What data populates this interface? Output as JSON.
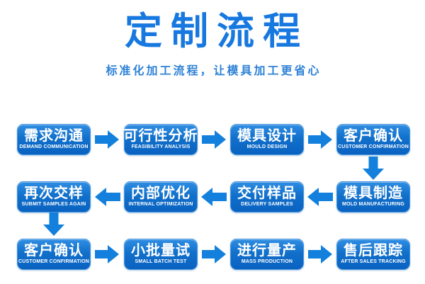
{
  "header": {
    "title": "定制流程",
    "subtitle": "标准化加工流程，让模具加工更省心"
  },
  "colors": {
    "background": "#ffffff",
    "title": "#1778e0",
    "subtitle": "#2e82d6",
    "arrow": "#1280dc",
    "box_top": "#2f8de2",
    "box_bottom": "#0a62c0",
    "box_border": "#4695df",
    "box_text": "#ffffff"
  },
  "flow": {
    "steps": [
      {
        "title": "需求沟通",
        "caption": "DEMAND COMMUNICATION"
      },
      {
        "title": "可行性分析",
        "caption": "FEASIBILITY ANALYSIS"
      },
      {
        "title": "模具设计",
        "caption": "MOULD DESIGN"
      },
      {
        "title": "客户确认",
        "caption": "CUSTOMER CONFIRMATION"
      },
      {
        "title": "模具制造",
        "caption": "MOLD MANUFACTURING"
      },
      {
        "title": "交付样品",
        "caption": "DELIVERY SAMPLES"
      },
      {
        "title": "内部优化",
        "caption": "INTERNAL OPTIMIZATION"
      },
      {
        "title": "再次交样",
        "caption": "SUBMIT SAMPLES AGAIN"
      },
      {
        "title": "客户确认",
        "caption": "CUSTOMER CONFIRMATION"
      },
      {
        "title": "小批量试",
        "caption": "SMALL BATCH TEST"
      },
      {
        "title": "进行量产",
        "caption": "MASS PRODUCTION"
      },
      {
        "title": "售后跟踪",
        "caption": "AFTER SALES TRACKING"
      }
    ]
  }
}
